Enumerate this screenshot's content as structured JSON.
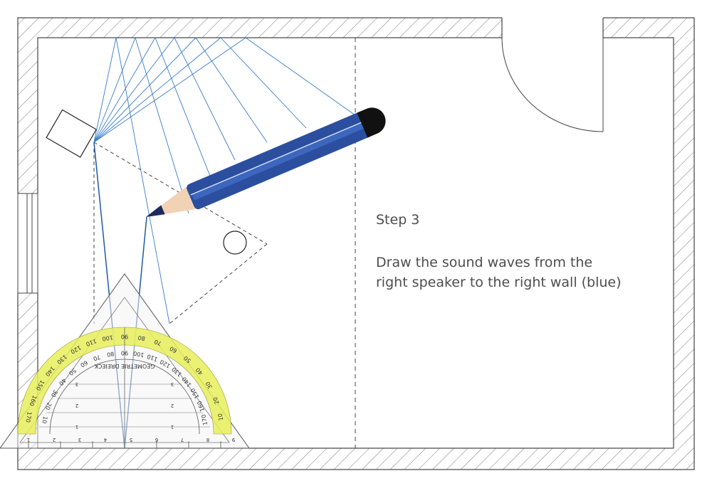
{
  "step": {
    "title": "Step 3",
    "instruction_line1": "Draw the sound waves from the",
    "instruction_line2": "right speaker to the right wall (blue)"
  },
  "triangle_ruler": {
    "label": "GEOMETRIE DREIECK",
    "outer_scale": [
      "10",
      "20",
      "30",
      "40",
      "50",
      "60",
      "70",
      "80",
      "90",
      "100",
      "110",
      "120",
      "130",
      "140",
      "150",
      "160",
      "170"
    ],
    "inner_scale": [
      "170",
      "160",
      "150",
      "140",
      "130",
      "120",
      "110",
      "100",
      "90",
      "80",
      "70",
      "60",
      "50",
      "40",
      "30",
      "20",
      "10"
    ],
    "grid_numbers": [
      "1",
      "2",
      "3"
    ],
    "base_numbers": [
      "1",
      "2",
      "3",
      "4",
      "5",
      "6",
      "7",
      "8",
      "9"
    ]
  },
  "colors": {
    "wall": "#444444",
    "sound_wave": "#3a7dc9",
    "sound_wave_strong": "#1f5aa8",
    "pencil_body": "#2b4f9e",
    "pencil_light": "#3d67bf",
    "pencil_tip": "#1d2b5c",
    "pencil_wood": "#f2d2b4",
    "pencil_cap": "#111111",
    "protractor_band": "#e8ef5a",
    "text": "#4d4d4d"
  }
}
